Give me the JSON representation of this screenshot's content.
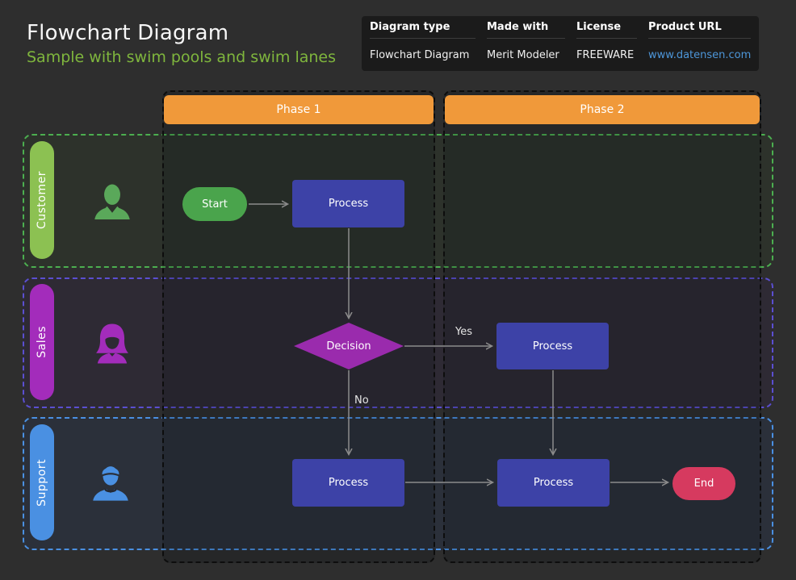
{
  "header": {
    "title": "Flowchart Diagram",
    "subtitle": "Sample with swim pools and swim lanes"
  },
  "info_table": {
    "columns": [
      {
        "header": "Diagram type",
        "value": "Flowchart Diagram"
      },
      {
        "header": "Made with",
        "value": "Merit Modeler"
      },
      {
        "header": "License",
        "value": "FREEWARE"
      },
      {
        "header": "Product URL",
        "value": "www.datensen.com",
        "is_link": true
      }
    ]
  },
  "phases": [
    {
      "label": "Phase 1"
    },
    {
      "label": "Phase 2"
    }
  ],
  "lanes": [
    {
      "label": "Customer",
      "icon": "person-male-icon",
      "accent": "#4caf50",
      "label_bg": "#8cc152"
    },
    {
      "label": "Sales",
      "icon": "person-female-icon",
      "accent": "#5b4fd1",
      "label_bg": "#a32cbb"
    },
    {
      "label": "Support",
      "icon": "person-cap-icon",
      "accent": "#4a90e2",
      "label_bg": "#4a90e2"
    }
  ],
  "nodes": {
    "start": {
      "label": "Start",
      "color": "#4aa44c"
    },
    "process1": {
      "label": "Process",
      "color": "#3d42a7"
    },
    "decision": {
      "label": "Decision",
      "color": "#9a2bad"
    },
    "process2": {
      "label": "Process",
      "color": "#3d42a7"
    },
    "process3": {
      "label": "Process",
      "color": "#3d42a7"
    },
    "process4": {
      "label": "Process",
      "color": "#3d42a7"
    },
    "end": {
      "label": "End",
      "color": "#d63a5f"
    }
  },
  "edges": {
    "yes_label": "Yes",
    "no_label": "No",
    "line_color": "#8c8c8c"
  },
  "colors": {
    "background": "#2e2e2e",
    "subtitle": "#7fb63d",
    "phase_header": "#f0993a",
    "table_bg": "#1b1b1b",
    "link": "#4d96d9"
  }
}
